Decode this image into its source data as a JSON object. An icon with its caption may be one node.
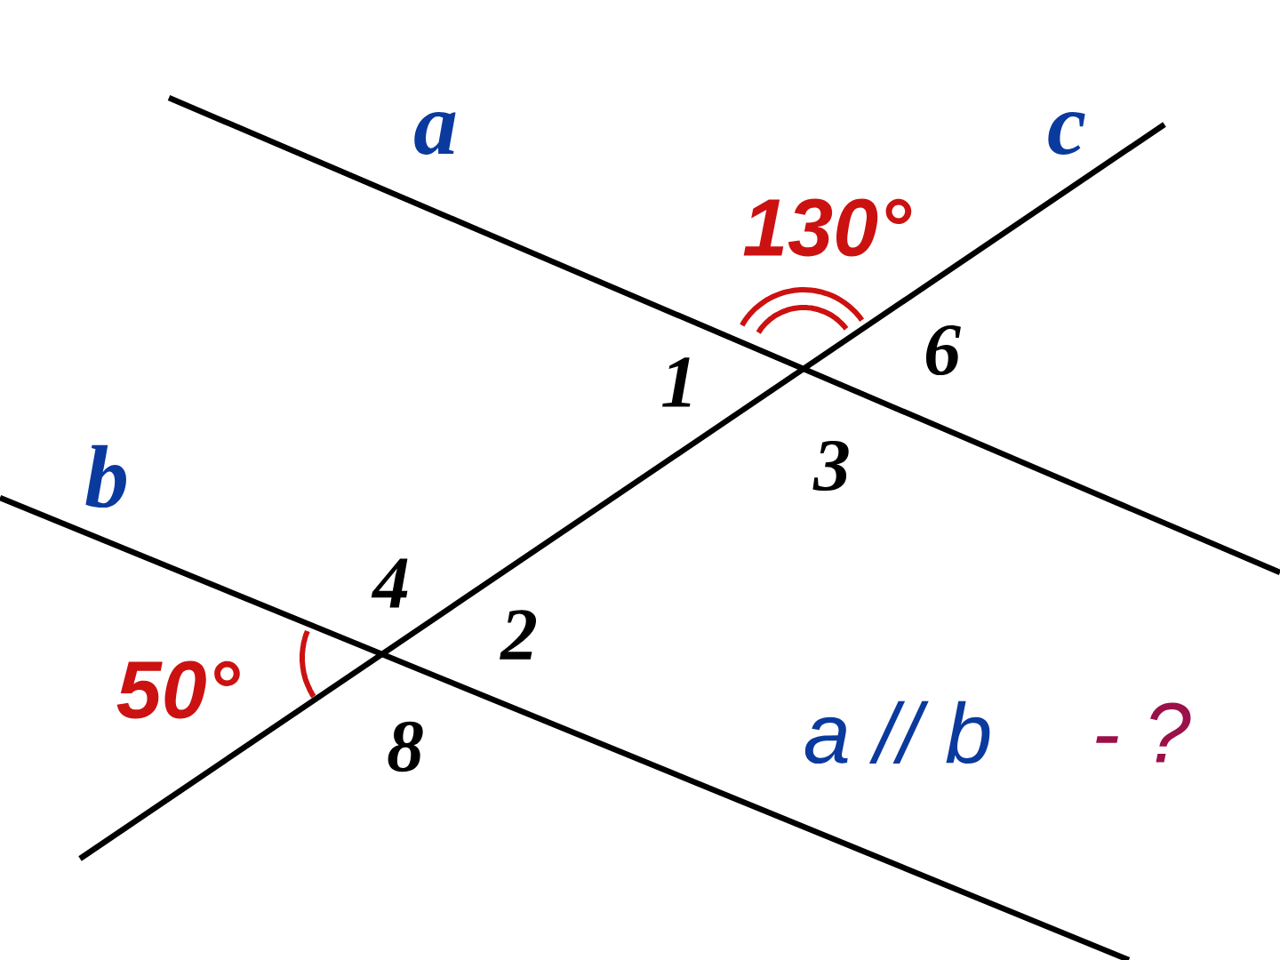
{
  "diagram": {
    "labels": [
      "a",
      "c",
      "130°",
      "6",
      "1",
      "b",
      "3",
      "4",
      "2",
      "50°",
      "8",
      "a // b",
      "- ?"
    ]
  }
}
